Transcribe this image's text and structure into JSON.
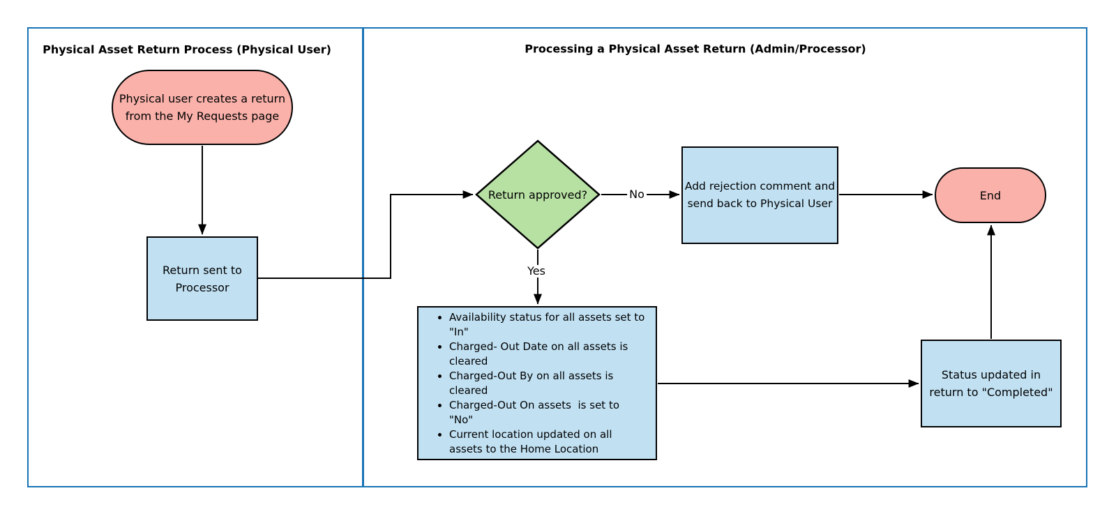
{
  "diagram": {
    "type": "flowchart",
    "lanes": [
      {
        "title": "Physical Asset Return Process (Physical User)"
      },
      {
        "title": "Processing a Physical Asset Return (Admin/Processor)"
      }
    ],
    "nodes": {
      "start": {
        "shape": "terminator",
        "label": "Physical user creates a return from the My Requests page"
      },
      "return_sent": {
        "shape": "process",
        "label": "Return sent to Processor"
      },
      "decision": {
        "shape": "decision",
        "label": "Return approved?"
      },
      "rejection": {
        "shape": "process",
        "label": "Add rejection comment and send back to Physical User"
      },
      "end": {
        "shape": "terminator",
        "label": "End"
      },
      "approved_actions": {
        "shape": "process-bullet-list",
        "items": [
          "Availability status for all assets set to \"In\"",
          "Charged- Out Date on all assets is cleared",
          "Charged-Out By on all assets is cleared",
          "Charged-Out On assets  is set to \"No\"",
          "Current location updated on all assets to the Home Location"
        ]
      },
      "status_updated": {
        "shape": "process",
        "label": "Status updated in return to \"Completed\""
      }
    },
    "edge_labels": {
      "no": "No",
      "yes": "Yes"
    },
    "colors": {
      "lane_border": "#1773b5",
      "terminator_fill": "#f9b1aa",
      "process_fill": "#c1e1f3",
      "decision_fill": "#b7e0a3",
      "stroke": "#000000"
    }
  }
}
